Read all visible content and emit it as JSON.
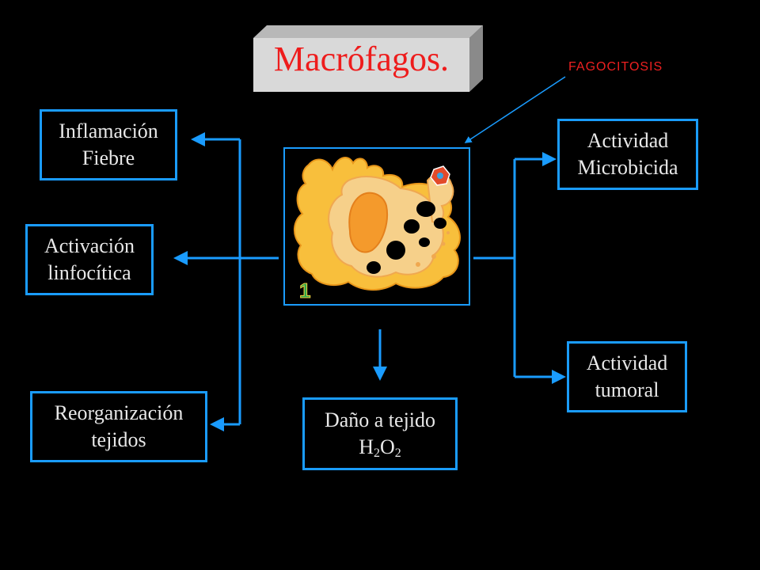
{
  "title": "Macrófagos.",
  "annotation": "FAGOCITOSIS",
  "center_image": {
    "icon": "macrophage-cell-illustration",
    "badge": "1"
  },
  "left_nodes": [
    {
      "line1": "Inflamación",
      "line2": "Fiebre"
    },
    {
      "line1": "Activación",
      "line2": "linfocítica"
    },
    {
      "line1": "Reorganización",
      "line2": "tejidos"
    }
  ],
  "right_nodes": [
    {
      "line1": "Actividad",
      "line2": "Microbicida"
    },
    {
      "line1": "Actividad",
      "line2": "tumoral"
    }
  ],
  "bottom_node": {
    "line1": "Daño a tejido",
    "formula": {
      "h": "H",
      "sub1": "2",
      "o": "O",
      "sub2": "2"
    }
  },
  "colors": {
    "background": "#000000",
    "connector": "#1a9cff",
    "title": "#ee1c1c",
    "annotation": "#ee2020",
    "text": "#e8e8e8"
  }
}
